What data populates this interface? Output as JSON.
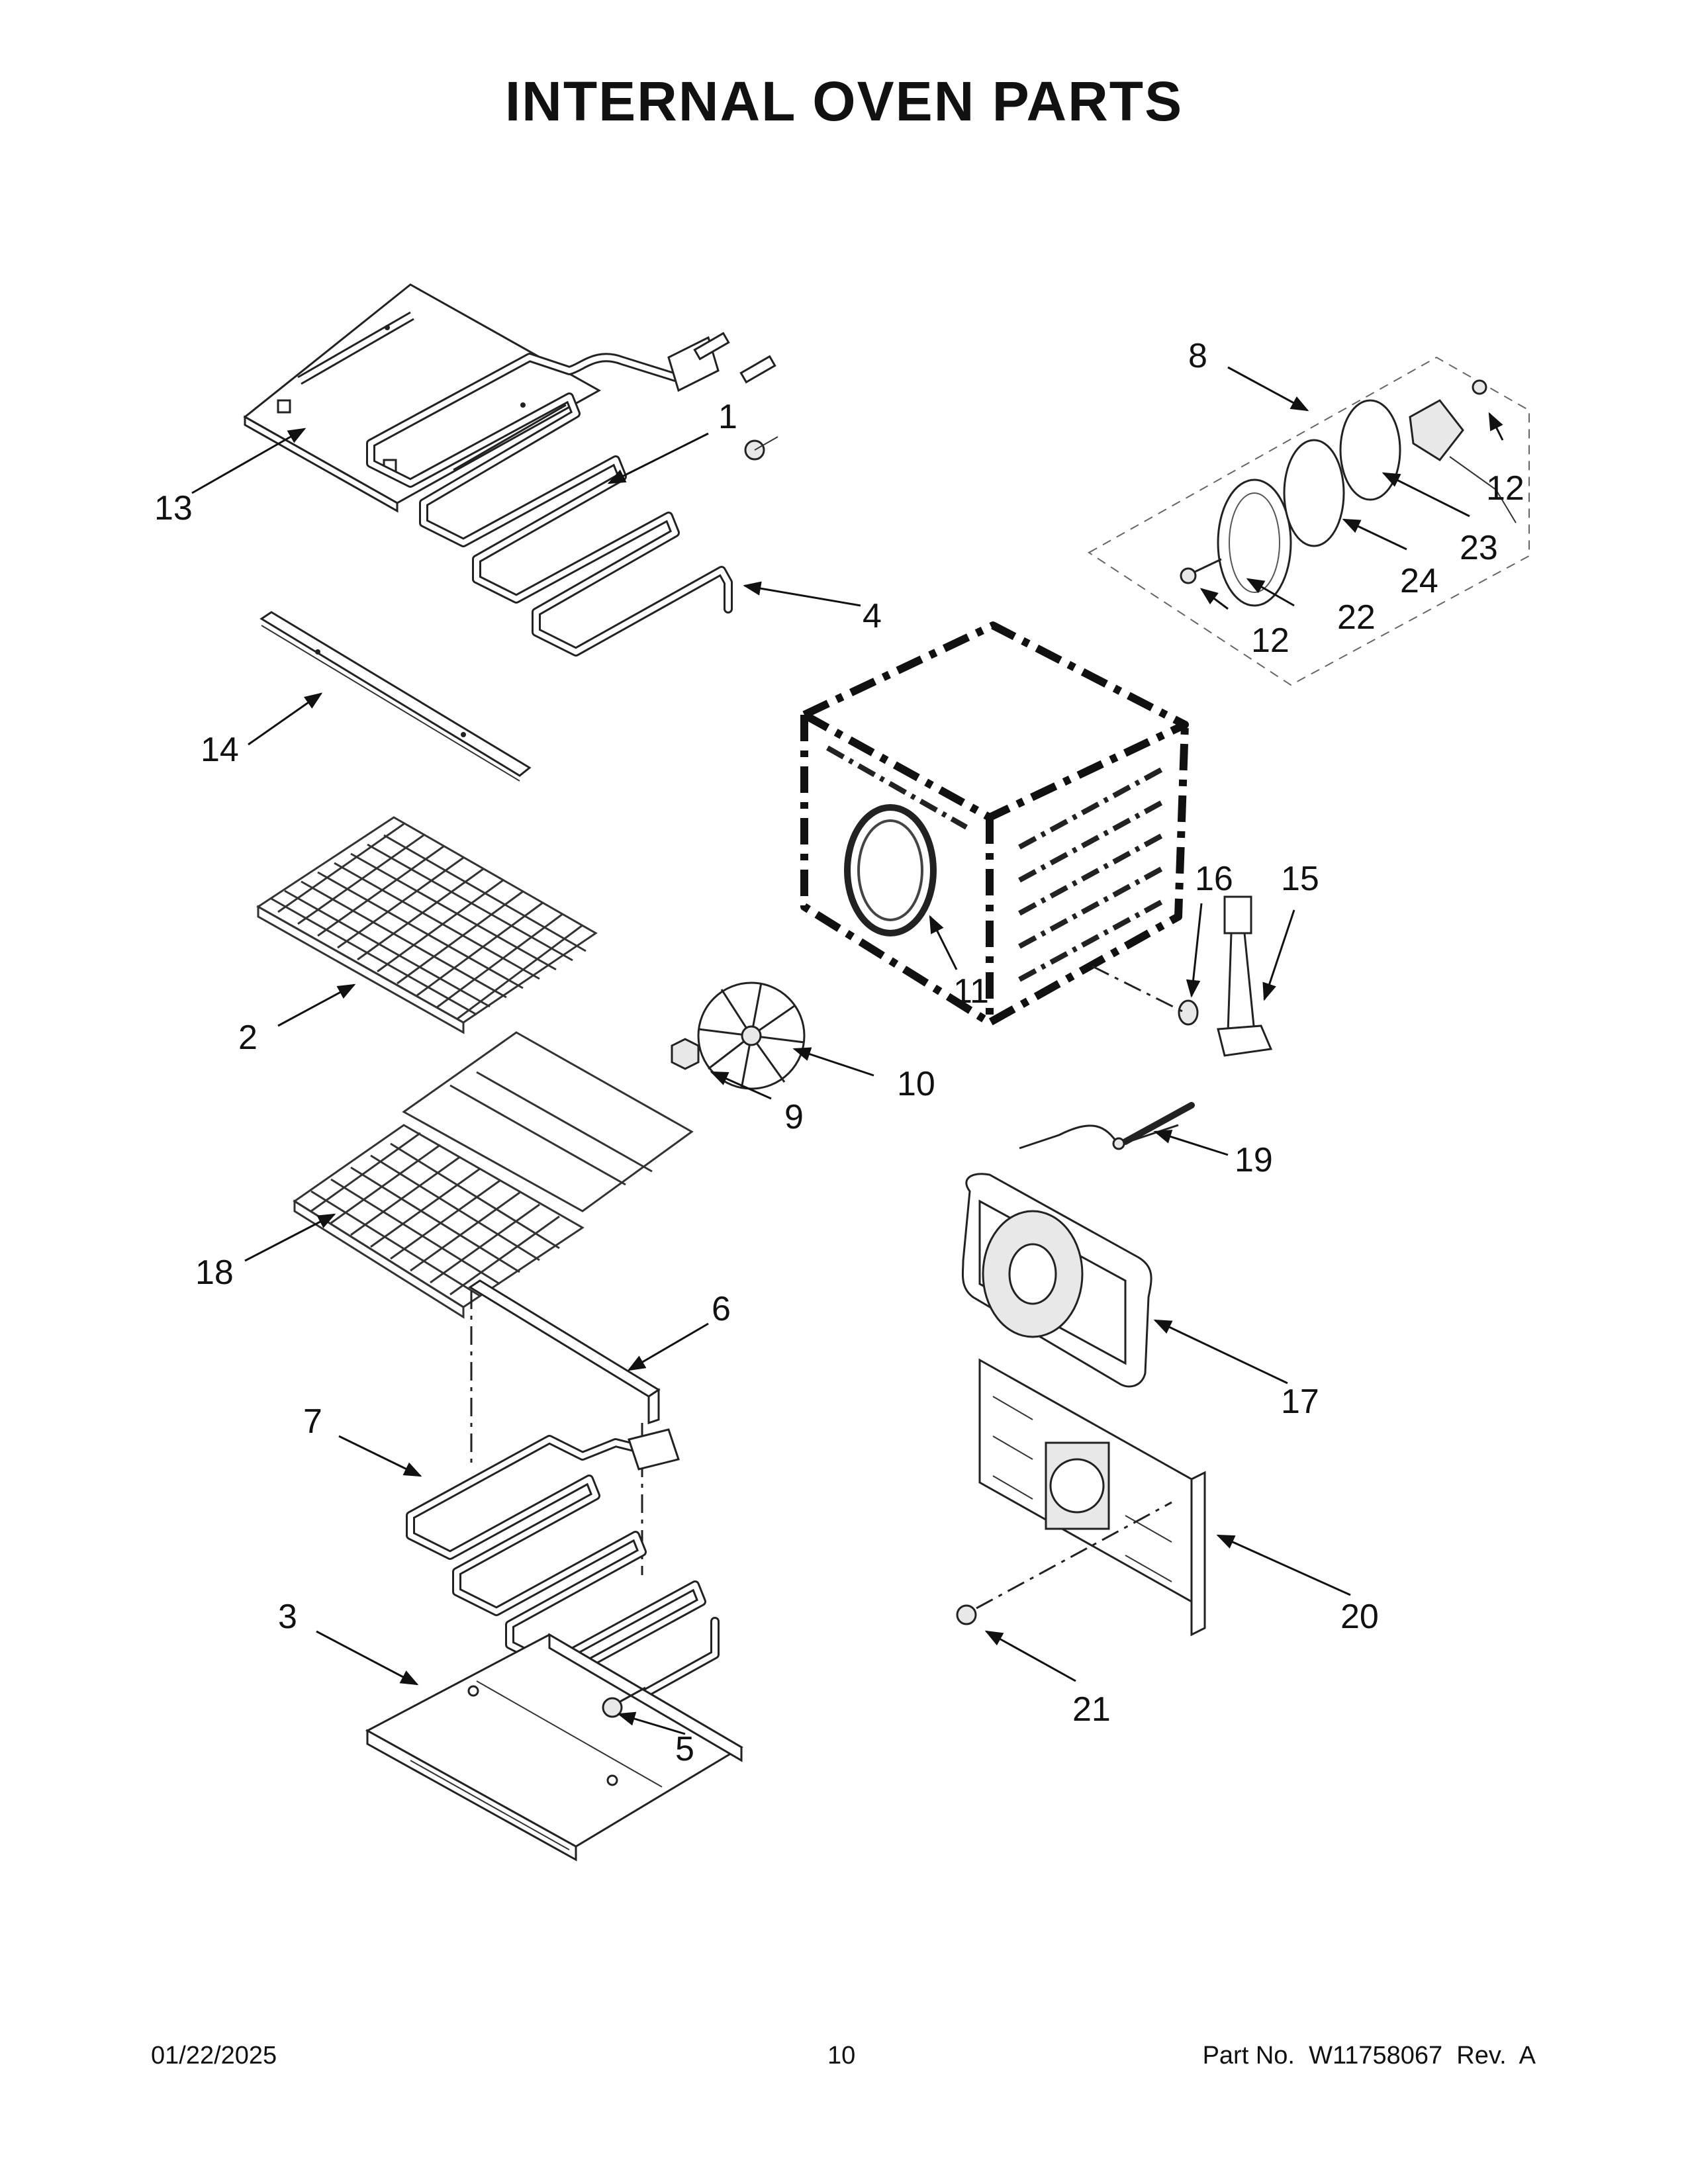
{
  "title": "INTERNAL OVEN PARTS",
  "footer": {
    "date": "01/22/2025",
    "page": "10",
    "part_no": "Part No.  W11758067  Rev.  A"
  },
  "callouts": {
    "c1": "1",
    "c2": "2",
    "c3": "3",
    "c4": "4",
    "c5": "5",
    "c6": "6",
    "c7": "7",
    "c8": "8",
    "c9": "9",
    "c10": "10",
    "c11": "11",
    "c12a": "12",
    "c12b": "12",
    "c13": "13",
    "c14": "14",
    "c15": "15",
    "c16": "16",
    "c17": "17",
    "c18": "18",
    "c19": "19",
    "c20": "20",
    "c21": "21",
    "c22": "22",
    "c23": "23",
    "c24": "24"
  }
}
